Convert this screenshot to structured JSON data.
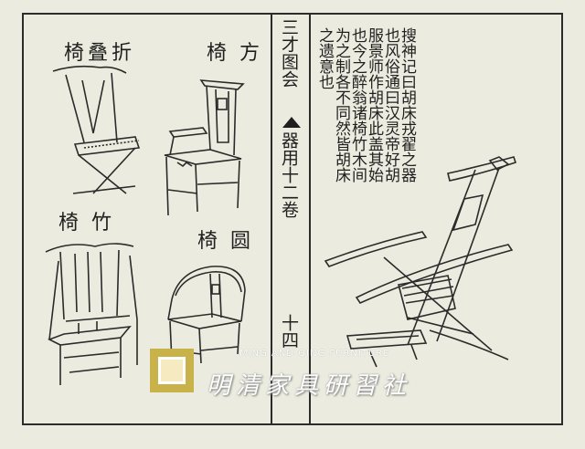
{
  "labels": {
    "folding_chair": "折叠椅",
    "square_chair": "方椅",
    "bamboo_chair": "竹椅",
    "round_chair": "圆椅"
  },
  "band": {
    "title": "三才图会",
    "section": "器用十二卷",
    "page_number": "十四"
  },
  "text_columns": [
    "搜神记曰胡床戎翟之器",
    "也风俗通曰汉灵帝好胡",
    "服景师作胡床此盖其始",
    "也今之醉翁诸椅竹木间",
    "为之制各不同然皆胡床",
    "之遗意也"
  ],
  "watermark": {
    "text": "明清家具研習社",
    "en": "MING AND QING FURNITURE"
  }
}
